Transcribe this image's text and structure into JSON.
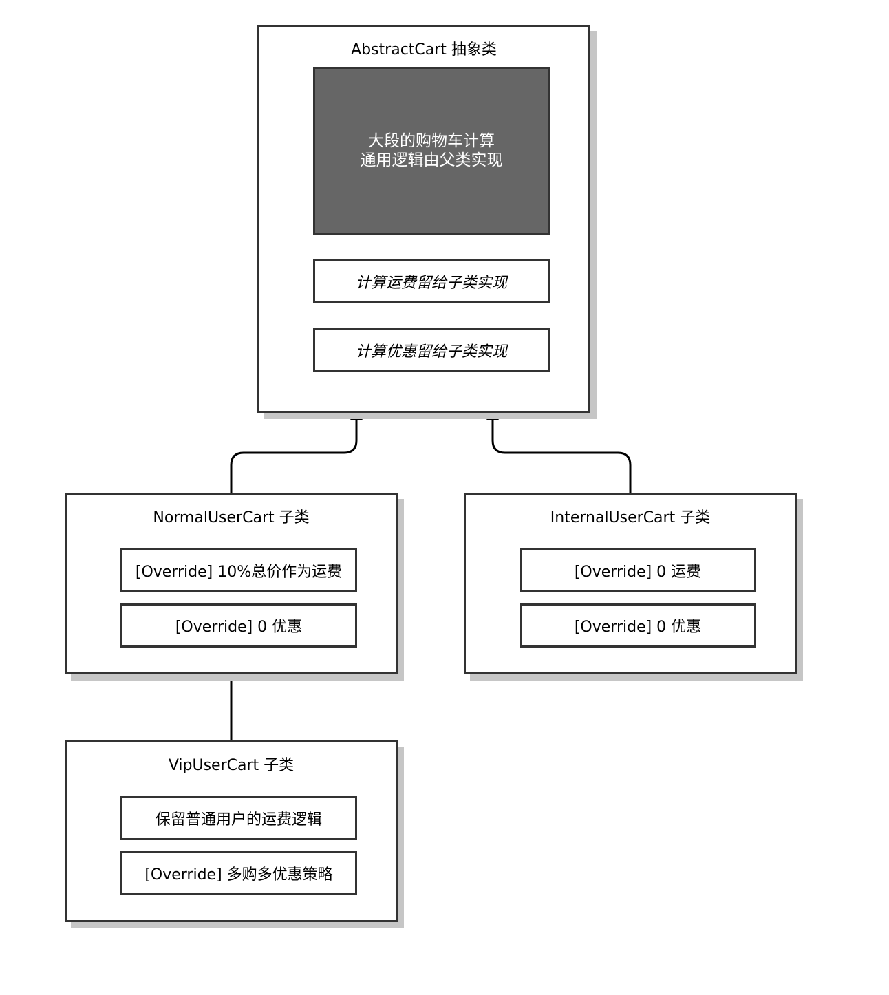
{
  "abstract_cart": {
    "title": "AbstractCart 抽象类",
    "common_logic_line1": "大段的购物车计算",
    "common_logic_line2": "通用逻辑由父类实现",
    "method_shipping": "计算运费留给子类实现",
    "method_discount": "计算优惠留给子类实现"
  },
  "normal_user_cart": {
    "title": "NormalUserCart 子类",
    "method_shipping": "[Override] 10%总价作为运费",
    "method_discount": "[Override] 0 优惠"
  },
  "internal_user_cart": {
    "title": "InternalUserCart 子类",
    "method_shipping": "[Override] 0 运费",
    "method_discount": "[Override] 0 优惠"
  },
  "vip_user_cart": {
    "title": "VipUserCart 子类",
    "method_shipping": "保留普通用户的运费逻辑",
    "method_discount": "[Override] 多购多优惠策略"
  },
  "colors": {
    "border": "#333333",
    "shadow": "#c6c6c6",
    "dark_fill": "#666666"
  }
}
